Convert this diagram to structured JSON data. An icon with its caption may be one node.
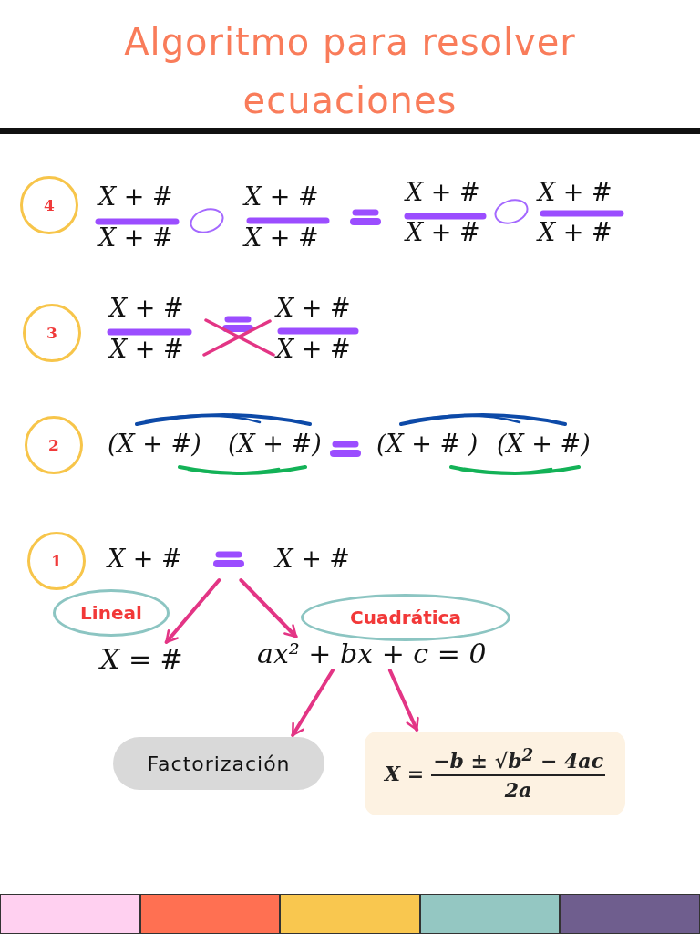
{
  "diagram": {
    "title": "Algoritmo para resolver ecuaciones",
    "nodes": [
      {
        "text": [
          "4"
        ]
      },
      {
        "text": [
          "3"
        ]
      },
      {
        "text": [
          "2"
        ]
      },
      {
        "text": [
          "1"
        ]
      },
      {
        "text": [
          "X + #",
          "X + #"
        ]
      },
      {
        "text": [
          "Lineal"
        ]
      },
      {
        "text": [
          "X = #"
        ]
      },
      {
        "text": [
          "Cuadrática"
        ]
      },
      {
        "text": [
          "ax² + bx + c = 0"
        ]
      },
      {
        "text": [
          "Factorización"
        ]
      },
      {
        "text": [
          "X =",
          "−b ± √b$^{2}$ − 4ac",
          "2a"
        ]
      }
    ],
    "edges": [
      {
        "from": 4,
        "to": 6,
        "arrow": "to"
      },
      {
        "from": 4,
        "to": 8,
        "arrow": "to"
      },
      {
        "from": 8,
        "to": 9,
        "arrow": "to"
      },
      {
        "from": 8,
        "to": 10,
        "arrow": "to"
      }
    ],
    "labels": [
      "X + #",
      "X + #",
      "X + #",
      "X + #",
      "X + #",
      "X + #",
      "X + #",
      "X + #",
      "X + #",
      "X + #",
      "X + #",
      "X + #",
      "(X + #)",
      "(X + #)",
      "(X + # )",
      "(X + #)"
    ]
  }
}
